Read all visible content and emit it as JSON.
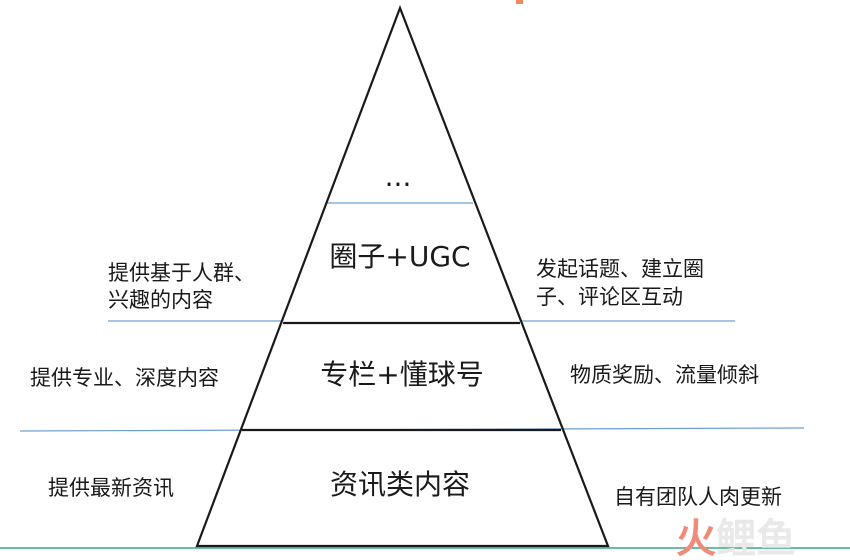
{
  "pyramid": {
    "tiers": [
      {
        "label": "..."
      },
      {
        "label": "圈子+UGC"
      },
      {
        "label": "专栏+懂球号"
      },
      {
        "label": "资讯类内容"
      }
    ]
  },
  "left_notes": {
    "circle_line1": "提供基于人群、",
    "circle_line2": "兴趣的内容",
    "column": "提供专业、深度内容",
    "news": "提供最新资讯"
  },
  "right_notes": {
    "circle_line1": "发起话题、建立圈",
    "circle_line2": "子、评论区互动",
    "column": "物质奖励、流量倾斜",
    "news": "自有团队人肉更新"
  },
  "watermark": {
    "part1": "火",
    "part2": "鲤鱼"
  },
  "colors": {
    "outline": "#1a1a1a",
    "separator_blue": "#6f9fd0",
    "top_accent": "#f08a5d",
    "bottom_line": "#3aa58a"
  }
}
